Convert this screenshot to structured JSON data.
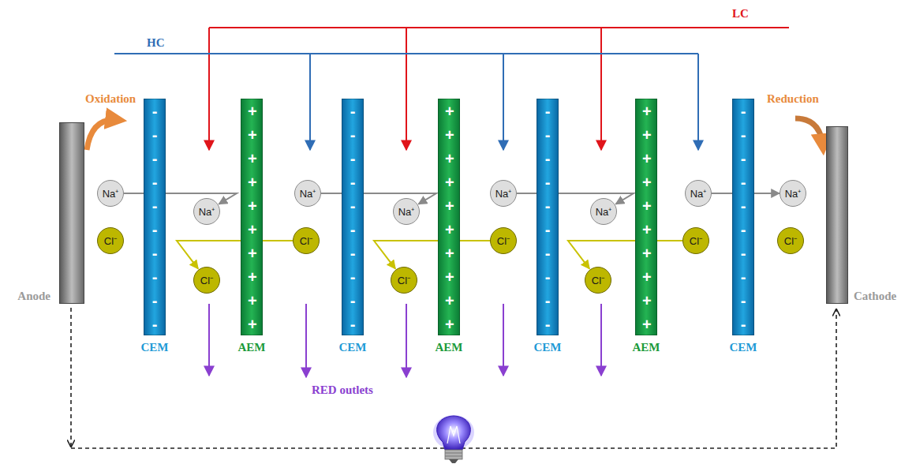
{
  "diagram": {
    "nodes": [
      {
        "text": [
          "Anode"
        ]
      },
      {
        "text": [
          "- - - - - - - - - -",
          "CEM"
        ]
      },
      {
        "text": [
          "+ + + + + + + + + +",
          "AEM"
        ]
      },
      {
        "text": [
          "- - - - - - - - - -",
          "CEM"
        ]
      },
      {
        "text": [
          "+ + + + + + + + + +",
          "AEM"
        ]
      },
      {
        "text": [
          "- - - - - - - - - -",
          "CEM"
        ]
      },
      {
        "text": [
          "+ + + + + + + + + +",
          "AEM"
        ]
      },
      {
        "text": [
          "- - - - - - - - - -",
          "CEM"
        ]
      },
      {
        "text": [
          "Cathode"
        ]
      },
      {
        "text": [
          "Na⁺"
        ]
      },
      {
        "text": [
          "Cl⁻"
        ]
      },
      {
        "text": [
          "Na⁺"
        ]
      },
      {
        "text": [
          "Cl⁻"
        ]
      },
      {
        "text": [
          "Na⁺"
        ]
      },
      {
        "text": [
          "Cl⁻"
        ]
      },
      {
        "text": [
          "Na⁺"
        ]
      },
      {
        "text": [
          "Cl⁻"
        ]
      },
      {
        "text": [
          "Na⁺"
        ]
      },
      {
        "text": [
          "Cl⁻"
        ]
      },
      {
        "text": [
          "Na⁺"
        ]
      },
      {
        "text": [
          "Cl⁻"
        ]
      },
      {
        "text": [
          "Na⁺"
        ]
      },
      {
        "text": [
          "Cl⁻"
        ]
      },
      {
        "text": [
          "Na⁺"
        ]
      },
      {
        "text": [
          "Cl⁻"
        ]
      }
    ],
    "edges": [
      {
        "from": 9,
        "to": 11,
        "arrow": "to"
      },
      {
        "from": 13,
        "to": 15,
        "arrow": "to"
      },
      {
        "from": 17,
        "to": 19,
        "arrow": "to"
      },
      {
        "from": 21,
        "to": 23,
        "arrow": "to"
      },
      {
        "from": 14,
        "to": 12,
        "arrow": "to"
      },
      {
        "from": 18,
        "to": 16,
        "arrow": "to"
      },
      {
        "from": 22,
        "to": 20,
        "arrow": "to"
      }
    ],
    "labels": [
      "HC",
      "LC",
      "Oxidation",
      "Reduction",
      "RED outlets"
    ]
  }
}
